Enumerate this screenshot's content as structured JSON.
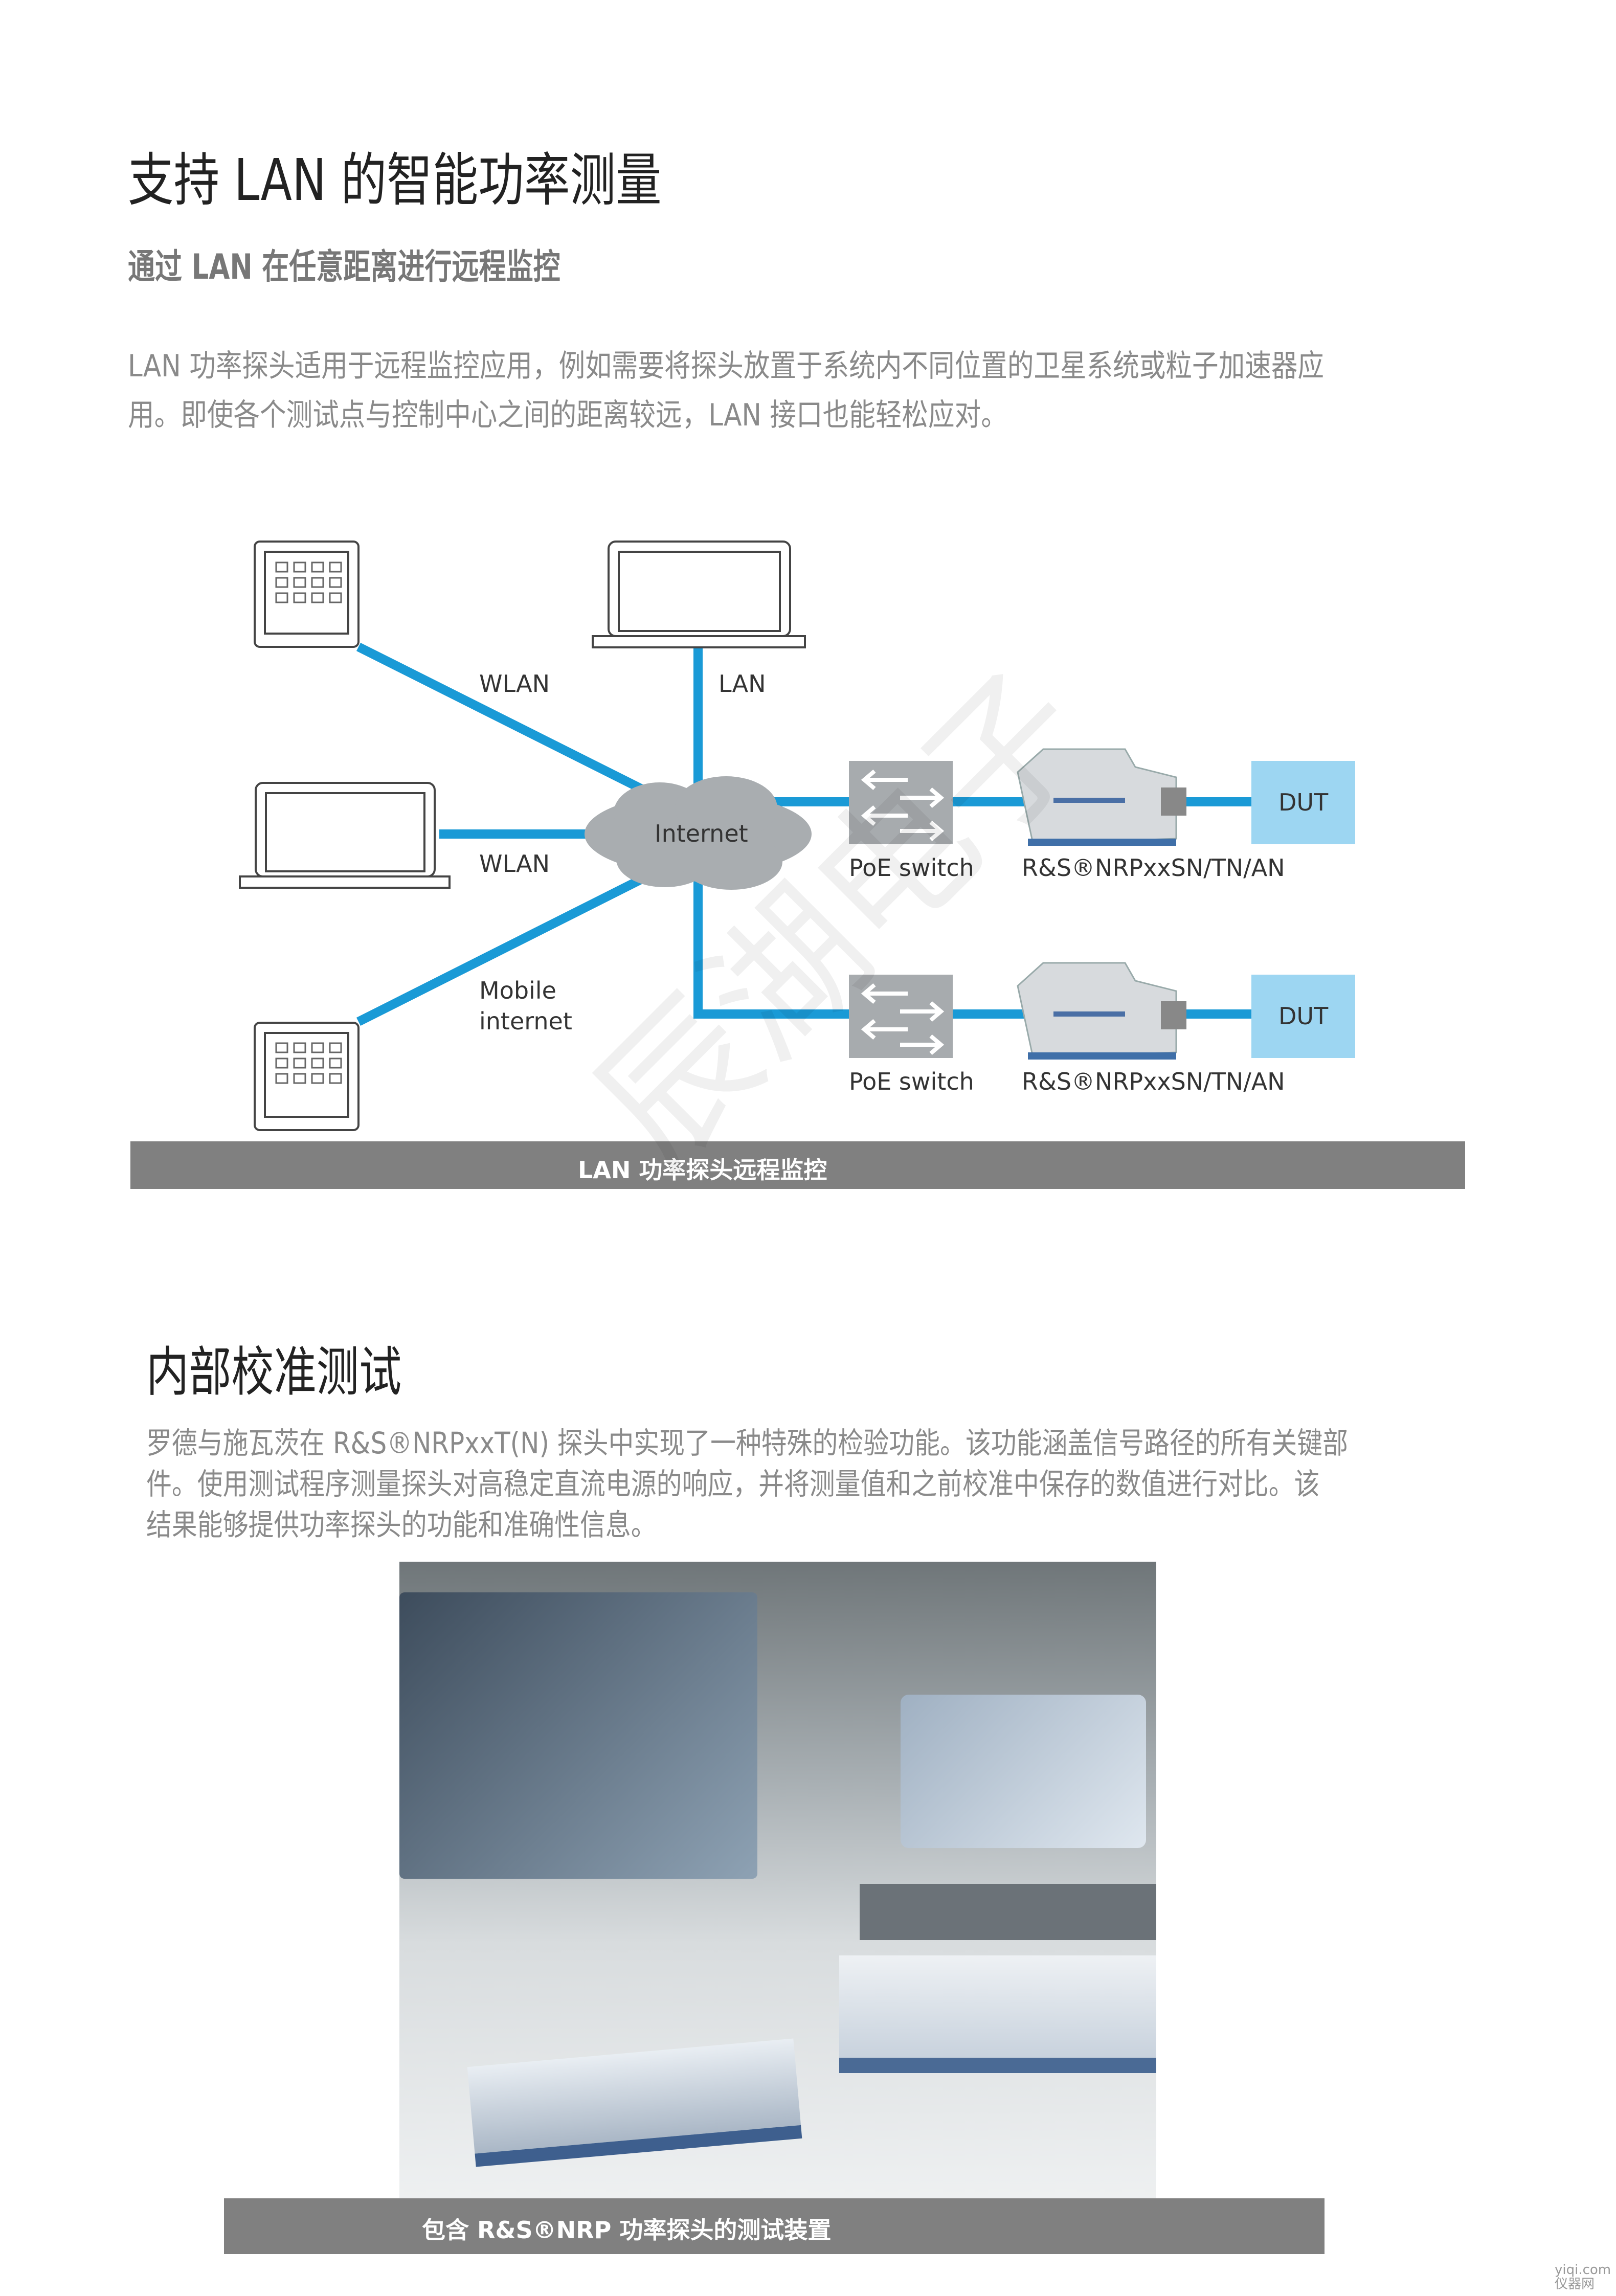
{
  "section1": {
    "title": "支持 LAN 的智能功率测量",
    "subtitle": "通过 LAN 在任意距离进行远程监控",
    "paragraph_lines": [
      "LAN 功率探头适用于远程监控应用，例如需要将探头放置于系统内不同位置的卫星系统或粒子加速器应",
      "用。即使各个测试点与控制中心之间的距离较远，LAN 接口也能轻松应对。"
    ]
  },
  "diagram": {
    "cloud_label": "Internet",
    "labels": {
      "wlan_top": "WLAN",
      "lan": "LAN",
      "wlan_left": "WLAN",
      "mobile_1": "Mobile",
      "mobile_2": "internet"
    },
    "switch_label": "PoE switch",
    "probe_label": "R&S®NRPxxSN/TN/AN",
    "dut_label": "DUT",
    "caption": "LAN 功率探头远程监控",
    "colors": {
      "link": "#1a9ad6",
      "dut": "#9dd6f2",
      "switch": "#a7abae",
      "cloud": "#a9adb0"
    }
  },
  "section2": {
    "title": "内部校准测试",
    "paragraph_lines": [
      "罗德与施瓦茨在 R&S®NRPxxT(N) 探头中实现了一种特殊的检验功能。该功能涵盖信号路径的所有关键部",
      "件。使用测试程序测量探头对高稳定直流电源的响应，并将测量值和之前校准中保存的数值进行对比。该",
      "结果能够提供功率探头的功能和准确性信息。"
    ],
    "photo_caption": "包含 R&S®NRP 功率探头的测试装置"
  },
  "watermark": "辰湖电子",
  "footer_logo": "yiqi.com 仪器网"
}
